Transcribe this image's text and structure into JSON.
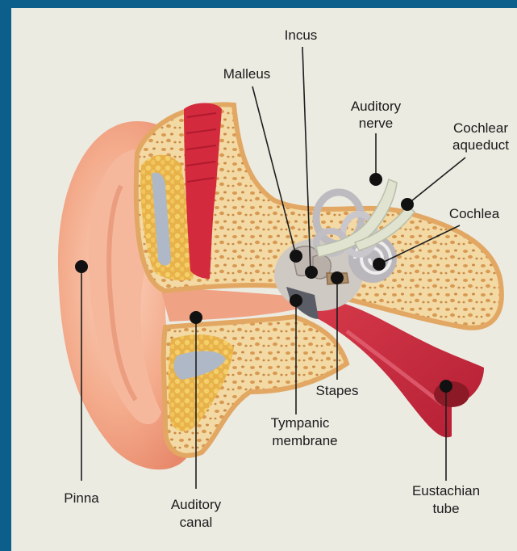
{
  "colors": {
    "border": "#0b5f8a",
    "background": "#ecebe2",
    "skin": "#f2a98a",
    "bone": "#e9c07a",
    "muscle": "#c8203a",
    "nerve": "#d9ddc9"
  },
  "labels": {
    "incus": "Incus",
    "malleus": "Malleus",
    "auditory_nerve_1": "Auditory",
    "auditory_nerve_2": "nerve",
    "cochlear_aqueduct_1": "Cochlear",
    "cochlear_aqueduct_2": "aqueduct",
    "cochlea": "Cochlea",
    "pinna": "Pinna",
    "auditory_canal_1": "Auditory",
    "auditory_canal_2": "canal",
    "stapes": "Stapes",
    "tympanic_membrane_1": "Tympanic",
    "tympanic_membrane_2": "membrane",
    "eustachian_tube_1": "Eustachian",
    "eustachian_tube_2": "tube"
  }
}
